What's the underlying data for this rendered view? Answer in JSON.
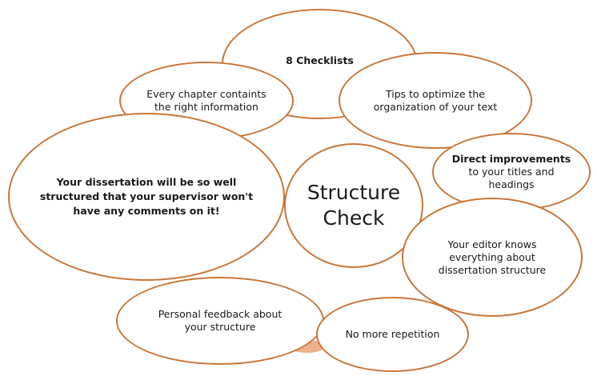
{
  "diagram": {
    "center": {
      "line1": "Structure",
      "line2": "Check"
    },
    "bubbles": {
      "checklists": {
        "line1": "8 Checklists"
      },
      "chapter_info": {
        "line1": "Every chapter containts",
        "line2": "the right information"
      },
      "optimize": {
        "line1": "Tips to optimize the",
        "line2": "organization of your text"
      },
      "titles": {
        "line1": "Direct improvements",
        "line2": "to your titles and",
        "line3": "headings"
      },
      "supervisor": {
        "line1": "Your dissertation will be so well",
        "line2": "structured that your supervisor won't",
        "line3": "have any comments on it!"
      },
      "editor": {
        "line1": "Your editor knows",
        "line2": "everything about",
        "line3": "dissertation structure"
      },
      "feedback": {
        "line1": "Personal feedback about",
        "line2": "your structure"
      },
      "repetition": {
        "line1": "No more repetition"
      }
    },
    "colors": {
      "outline": "#c8763a",
      "overlap_fill": "#f0b08e",
      "text": "#1a1a1a"
    }
  }
}
